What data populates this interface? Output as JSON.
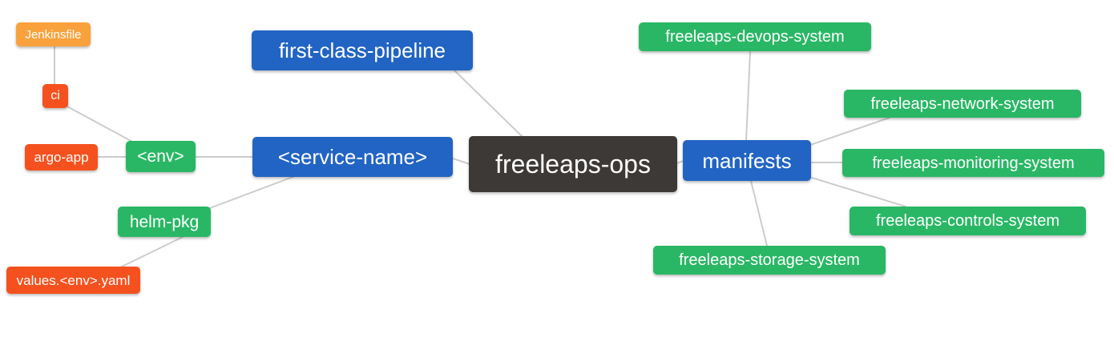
{
  "diagram": {
    "type": "mindmap",
    "background": "#ffffff",
    "edge_color": "#cccccc",
    "text_color": "#ffffff",
    "colors": {
      "orange": "#f9a23d",
      "red": "#f4511e",
      "green": "#29b765",
      "blue": "#2164c4",
      "dark": "#3d3936"
    },
    "nodes": {
      "jenkinsfile": {
        "label": "Jenkinsfile",
        "color": "#f9a23d"
      },
      "ci": {
        "label": "ci",
        "color": "#f4511e"
      },
      "argo_app": {
        "label": "argo-app",
        "color": "#f4511e"
      },
      "env": {
        "label": "<env>",
        "color": "#29b765"
      },
      "helm_pkg": {
        "label": "helm-pkg",
        "color": "#29b765"
      },
      "values_env_yaml": {
        "label": "values.<env>.yaml",
        "color": "#f4511e"
      },
      "first_class_pipeline": {
        "label": "first-class-pipeline",
        "color": "#2164c4"
      },
      "service_name": {
        "label": "<service-name>",
        "color": "#2164c4"
      },
      "freeleaps_ops": {
        "label": "freeleaps-ops",
        "color": "#3d3936"
      },
      "manifests": {
        "label": "manifests",
        "color": "#2164c4"
      },
      "devops_system": {
        "label": "freeleaps-devops-system",
        "color": "#29b765"
      },
      "network_system": {
        "label": "freeleaps-network-system",
        "color": "#29b765"
      },
      "monitoring_system": {
        "label": "freeleaps-monitoring-system",
        "color": "#29b765"
      },
      "controls_system": {
        "label": "freeleaps-controls-system",
        "color": "#29b765"
      },
      "storage_system": {
        "label": "freeleaps-storage-system",
        "color": "#29b765"
      }
    },
    "edges": [
      {
        "from": "jenkinsfile",
        "to": "ci"
      },
      {
        "from": "ci",
        "to": "env"
      },
      {
        "from": "argo_app",
        "to": "env"
      },
      {
        "from": "env",
        "to": "service_name"
      },
      {
        "from": "service_name",
        "to": "helm_pkg"
      },
      {
        "from": "helm_pkg",
        "to": "values_env_yaml"
      },
      {
        "from": "service_name",
        "to": "freeleaps_ops"
      },
      {
        "from": "first_class_pipeline",
        "to": "freeleaps_ops"
      },
      {
        "from": "freeleaps_ops",
        "to": "manifests"
      },
      {
        "from": "manifests",
        "to": "devops_system"
      },
      {
        "from": "manifests",
        "to": "network_system"
      },
      {
        "from": "manifests",
        "to": "monitoring_system"
      },
      {
        "from": "manifests",
        "to": "controls_system"
      },
      {
        "from": "manifests",
        "to": "storage_system"
      }
    ]
  }
}
